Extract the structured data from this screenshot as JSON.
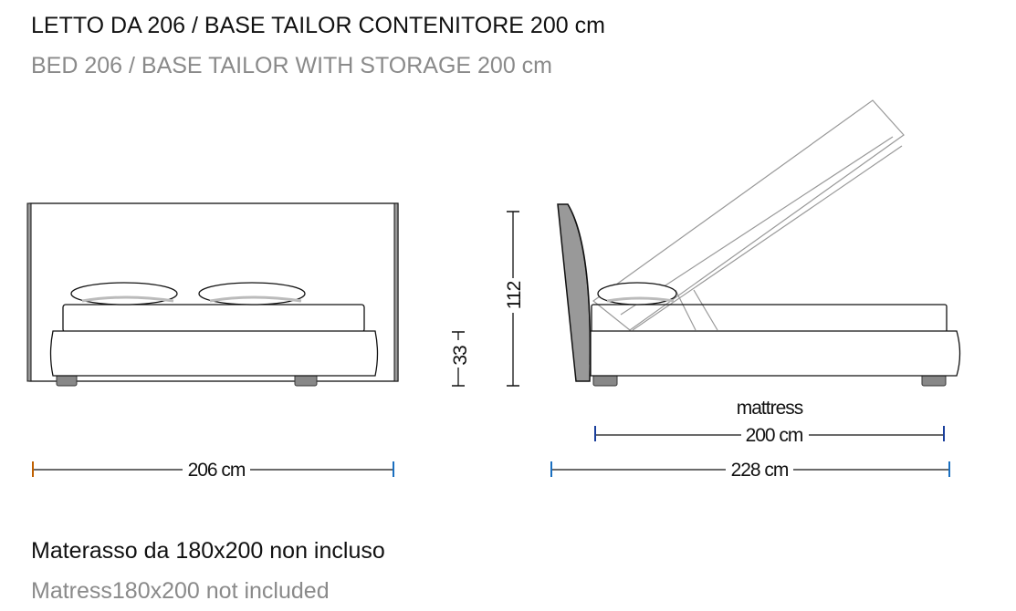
{
  "header": {
    "title_it": "LETTO DA 206 / BASE TAILOR CONTENITORE 200 cm",
    "title_en": "BED 206 / BASE TAILOR WITH STORAGE 200 cm"
  },
  "drawing": {
    "front_width": "206 cm",
    "base_height": "33",
    "total_height": "112",
    "mattress_label": "mattress",
    "mattress_length": "200 cm",
    "total_length": "228 cm"
  },
  "footer": {
    "note_it": "Materasso da 180x200 non incluso",
    "note_en": "Matress180x200 not included"
  }
}
